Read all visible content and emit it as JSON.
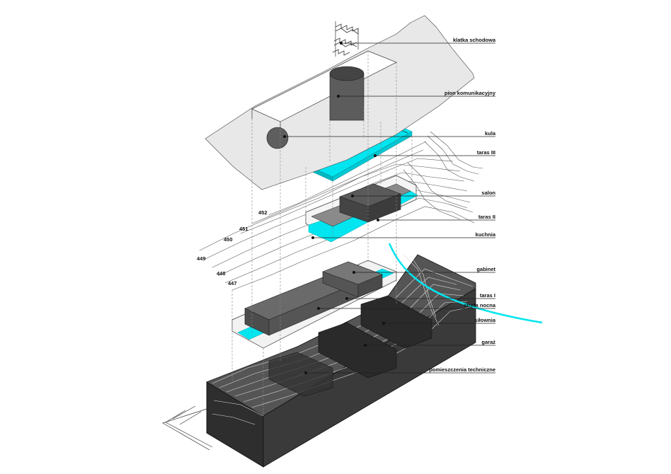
{
  "labels": {
    "klatka_schodowa": "klatka schodowa",
    "pion_komunikacyjny": "pion komunikacyjny",
    "kula": "kula",
    "taras_iii": "taras III",
    "salon": "salon",
    "taras_ii": "taras II",
    "kuchnia": "kuchnia",
    "gabinet": "gabinet",
    "taras_i": "taras I",
    "strefa_nocna": "strefa nocna",
    "silownia": "siłownia",
    "garaz": "garaż",
    "pomieszczenia_techniczne": "pomieszczenia techniczne"
  },
  "elevations": {
    "e452": "452",
    "e451": "451",
    "e450": "450",
    "e449": "449",
    "e448": "448",
    "e447": "447"
  },
  "colors": {
    "accent": "#00e5f0",
    "dark_volume": "#4a4a4a",
    "terrain_light": "#e8e8e8",
    "base_block": "#3a3a3a"
  }
}
